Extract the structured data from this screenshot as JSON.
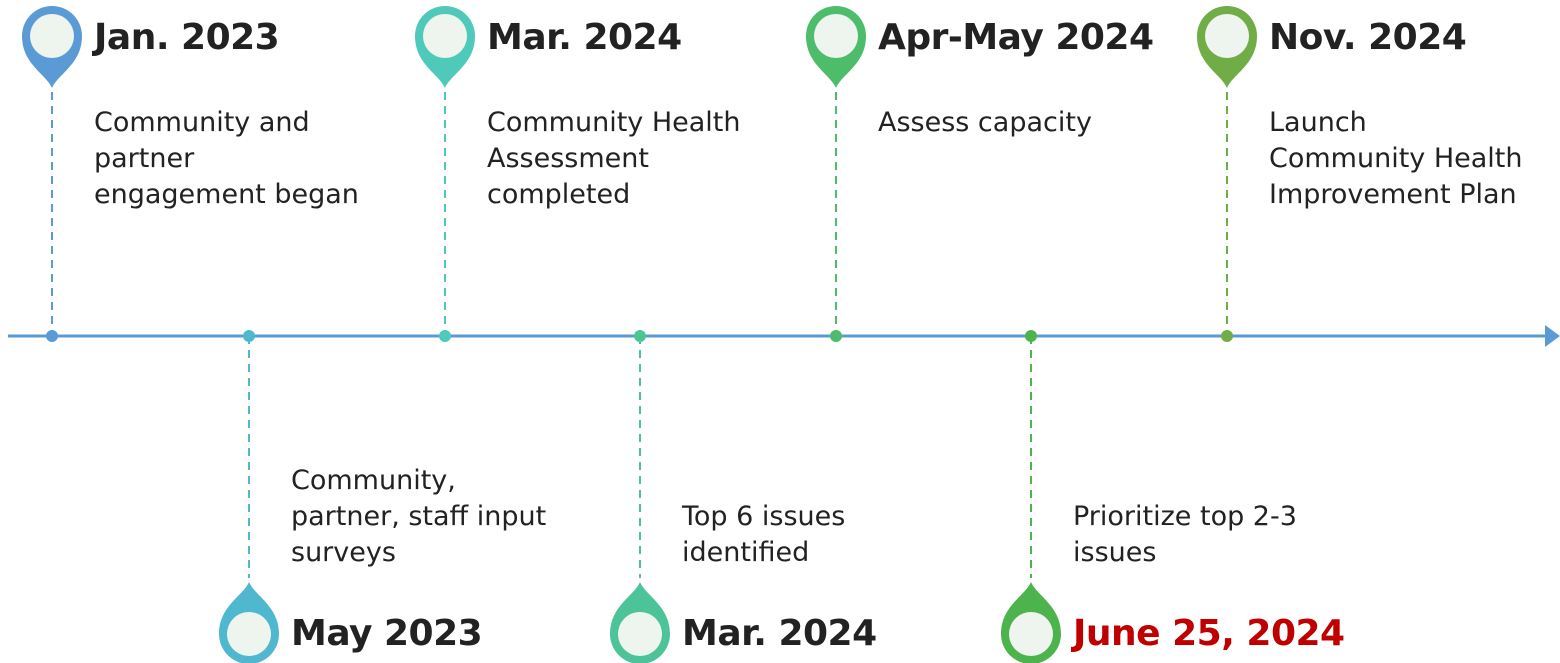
{
  "timeline": {
    "events": [
      {
        "date": "Jan. 2023",
        "text_lines": [
          "Community and",
          "partner",
          "engagement began"
        ],
        "side": "top",
        "color": "#5b9bd5"
      },
      {
        "date": "May 2023",
        "text_lines": [
          "Community,",
          "partner, staff input",
          "surveys"
        ],
        "side": "bottom",
        "color": "#4fb8cf"
      },
      {
        "date": "Mar. 2024",
        "text_lines": [
          "Community Health",
          "Assessment",
          "completed"
        ],
        "side": "top",
        "color": "#4fc9b9"
      },
      {
        "date": "Mar. 2024",
        "text_lines": [
          "Top 6 issues",
          "identified"
        ],
        "side": "bottom",
        "color": "#4dc39a"
      },
      {
        "date": "Apr-May 2024",
        "text_lines": [
          "Assess capacity"
        ],
        "side": "top",
        "color": "#4dbd6b"
      },
      {
        "date": "June 25, 2024",
        "text_lines": [
          "Prioritize top 2-3",
          "issues"
        ],
        "side": "bottom",
        "color": "#4db34d",
        "date_color": "#c00000"
      },
      {
        "date": "Nov. 2024",
        "text_lines": [
          "Launch",
          "Community Health",
          "Improvement Plan"
        ],
        "side": "top",
        "color": "#70ad47"
      }
    ]
  }
}
